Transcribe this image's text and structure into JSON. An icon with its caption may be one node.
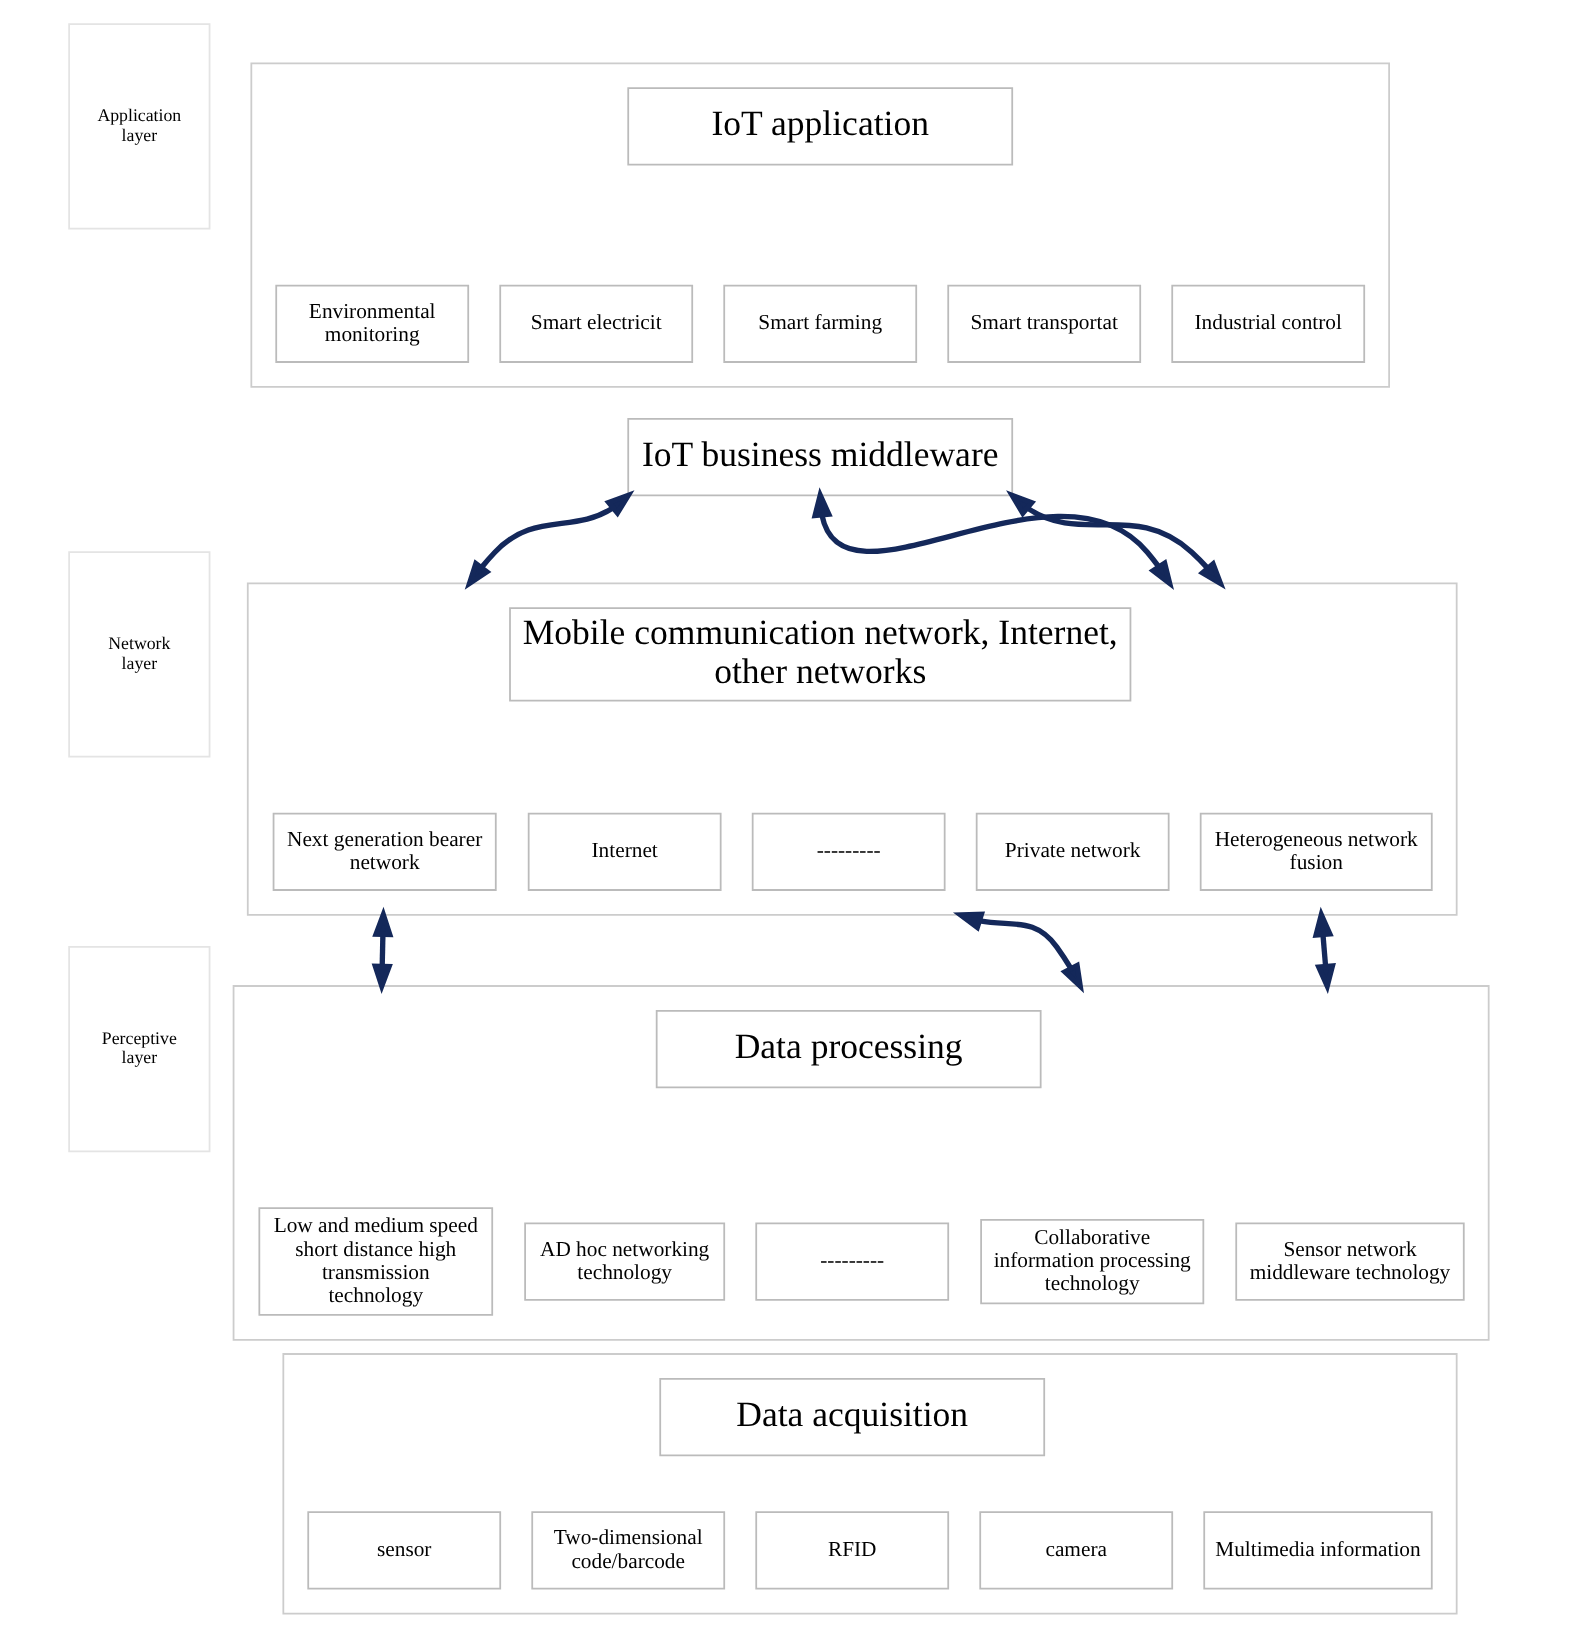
{
  "diagram": {
    "nodes": [
      {
        "text": [
          "Application layer"
        ]
      },
      {
        "text": [],
        "shape": "box"
      },
      {
        "text": [
          "IoT application"
        ],
        "in": 1
      },
      {
        "text": [
          "Environmental monitoring"
        ],
        "in": 1
      },
      {
        "text": [
          "Smart electricit"
        ],
        "in": 1
      },
      {
        "text": [
          "Smart farming"
        ],
        "in": 1
      },
      {
        "text": [
          "Smart transportat"
        ],
        "in": 1
      },
      {
        "text": [
          "Industrial control"
        ],
        "in": 1
      },
      {
        "text": [
          "IoT business middleware"
        ]
      },
      {
        "text": [
          "Network layer"
        ]
      },
      {
        "text": [],
        "shape": "box"
      },
      {
        "text": [
          "Mobile communication network, Internet, other networks"
        ],
        "in": 10
      },
      {
        "text": [
          "Next generation bearer network"
        ],
        "in": 10
      },
      {
        "text": [
          "Internet"
        ],
        "in": 10
      },
      {
        "text": [
          "---------"
        ],
        "in": 10
      },
      {
        "text": [
          "Private network"
        ],
        "in": 10
      },
      {
        "text": [
          "Heterogeneous network fusion"
        ],
        "in": 10
      },
      {
        "text": [
          "Perceptive layer"
        ]
      },
      {
        "text": [],
        "shape": "box"
      },
      {
        "text": [
          "Data processing"
        ],
        "in": 18
      },
      {
        "text": [
          "Low and medium speed short distance high transmission technology"
        ],
        "in": 18
      },
      {
        "text": [
          "AD hoc networking technology"
        ],
        "in": 18
      },
      {
        "text": [
          "---------"
        ],
        "in": 18
      },
      {
        "text": [
          "Collaborative information processing technology"
        ],
        "in": 18
      },
      {
        "text": [
          "Sensor network middleware technology"
        ],
        "in": 18
      },
      {
        "text": [],
        "shape": "box"
      },
      {
        "text": [
          "Data acquisition"
        ],
        "in": 25
      },
      {
        "text": [
          "sensor"
        ],
        "in": 25
      },
      {
        "text": [
          "Two-dimensional code/barcode"
        ],
        "in": 25
      },
      {
        "text": [
          "RFID"
        ],
        "in": 25
      },
      {
        "text": [
          "camera"
        ],
        "in": 25
      },
      {
        "text": [
          "Multimedia information"
        ],
        "in": 25
      }
    ],
    "edges": [
      {
        "from": 8,
        "to": 10,
        "arrow": "both"
      },
      {
        "from": 8,
        "to": 10,
        "arrow": "both"
      },
      {
        "from": 8,
        "to": 10,
        "arrow": "both"
      },
      {
        "from": 10,
        "to": 18,
        "arrow": "both"
      },
      {
        "from": 10,
        "to": 18,
        "arrow": "both"
      },
      {
        "from": 10,
        "to": 18,
        "arrow": "both"
      }
    ]
  }
}
